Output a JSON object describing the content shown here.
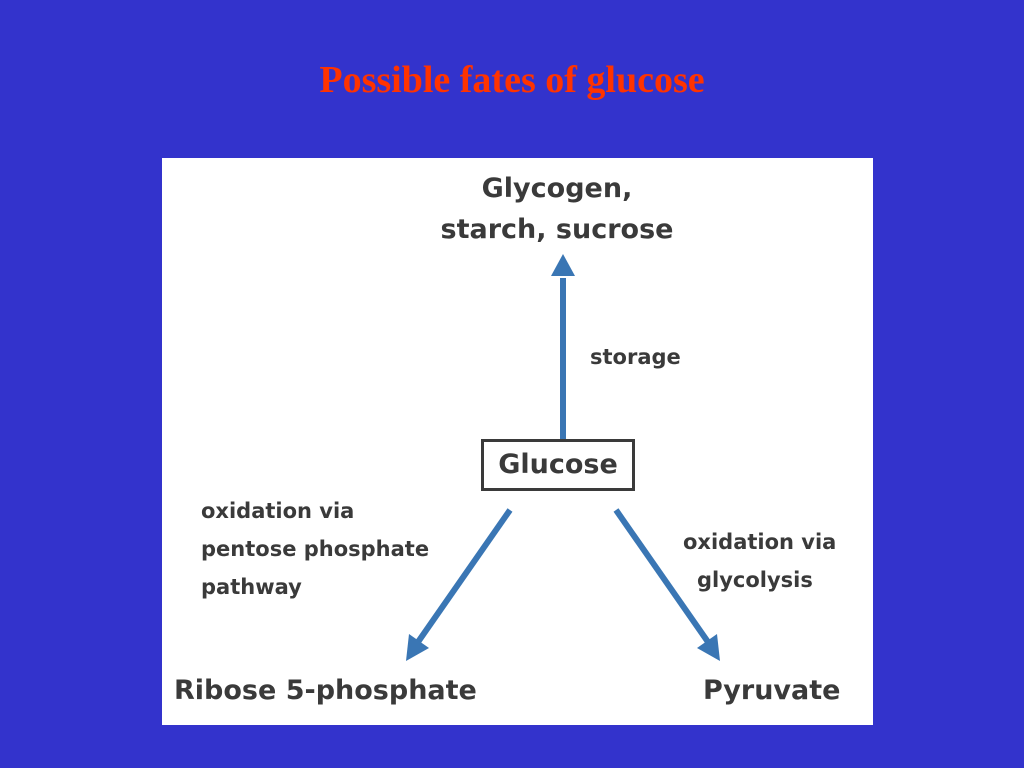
{
  "slide": {
    "title": "Possible fates of glucose",
    "background_color": "#3333cc",
    "title_color": "#ff3300",
    "panel_color": "#ffffff"
  },
  "diagram": {
    "arrow_color": "#3a76b4",
    "text_color": "#3a3a3a",
    "nodes": {
      "glycogen": [
        "Glycogen,",
        "starch, sucrose"
      ],
      "glucose": "Glucose",
      "ribose": "Ribose 5-phosphate",
      "pyruvate": "Pyruvate"
    },
    "edges": {
      "storage": "storage",
      "pentose": [
        "oxidation via",
        "pentose phosphate",
        "pathway"
      ],
      "glycolysis": [
        "oxidation via",
        "glycolysis"
      ]
    }
  }
}
